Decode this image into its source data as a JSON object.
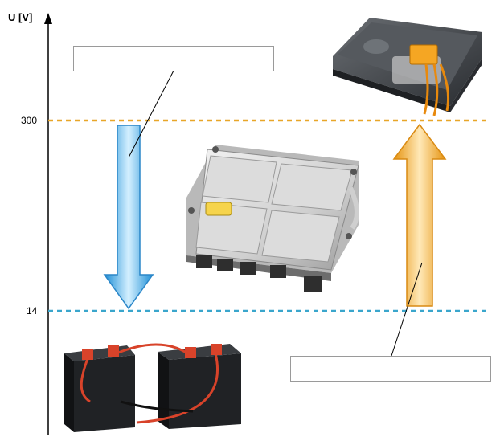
{
  "axis": {
    "label": "U [V]",
    "ticks": [
      "300",
      "14"
    ]
  },
  "colors": {
    "high_voltage_line": "#e8a628",
    "low_voltage_line": "#3aa6cc",
    "down_arrow": "#3aa9e6",
    "up_arrow": "#f0a623"
  },
  "callouts": {
    "top_left": "",
    "bottom_right": ""
  },
  "icons": [
    "high-voltage-battery",
    "dc-dc-converter",
    "12v-batteries"
  ]
}
